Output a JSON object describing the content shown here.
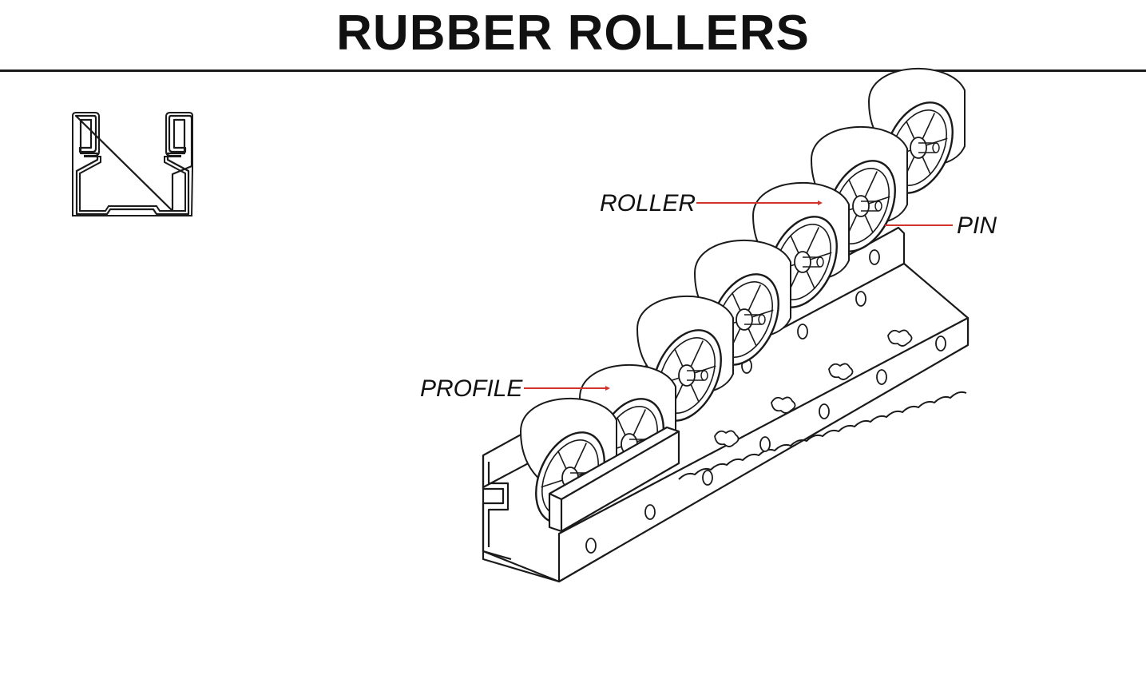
{
  "title": "RUBBER ROLLERS",
  "labels": {
    "roller": "ROLLER",
    "pin": "PIN",
    "profile": "PROFILE"
  },
  "colors": {
    "line": "#1a1a1a",
    "leader": "#d0342c",
    "background": "#ffffff"
  },
  "roller_count": 7
}
